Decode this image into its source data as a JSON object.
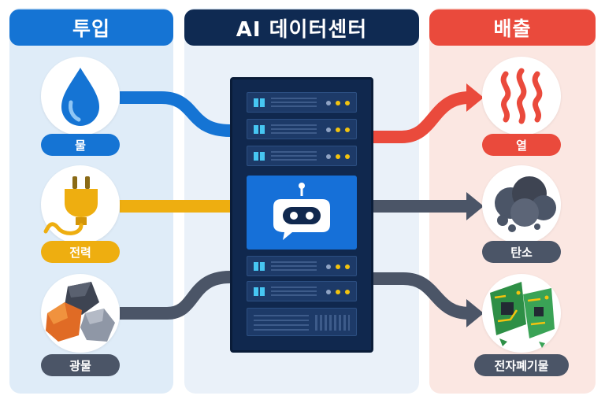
{
  "headers": {
    "inputs": "투입",
    "center": "AI 데이터센터",
    "outputs": "배출"
  },
  "inputs": [
    {
      "label": "물",
      "icon": "water-drop-icon"
    },
    {
      "label": "전력",
      "icon": "power-plug-icon"
    },
    {
      "label": "광물",
      "icon": "minerals-icon"
    }
  ],
  "outputs": [
    {
      "label": "열",
      "icon": "heat-waves-icon"
    },
    {
      "label": "탄소",
      "icon": "carbon-smoke-icon"
    },
    {
      "label": "전자폐기물",
      "icon": "circuit-board-icon"
    }
  ],
  "center": {
    "icon": "ai-chatbot-icon"
  },
  "colors": {
    "input_header": "#1574d4",
    "center_header": "#0f2a52",
    "output_header": "#ea4a3c",
    "water": "#1574d4",
    "power": "#eeae10",
    "mineral": "#4b5567",
    "heat": "#ea4a3c",
    "carbon": "#4b5567",
    "ewaste": "#4b5567"
  }
}
